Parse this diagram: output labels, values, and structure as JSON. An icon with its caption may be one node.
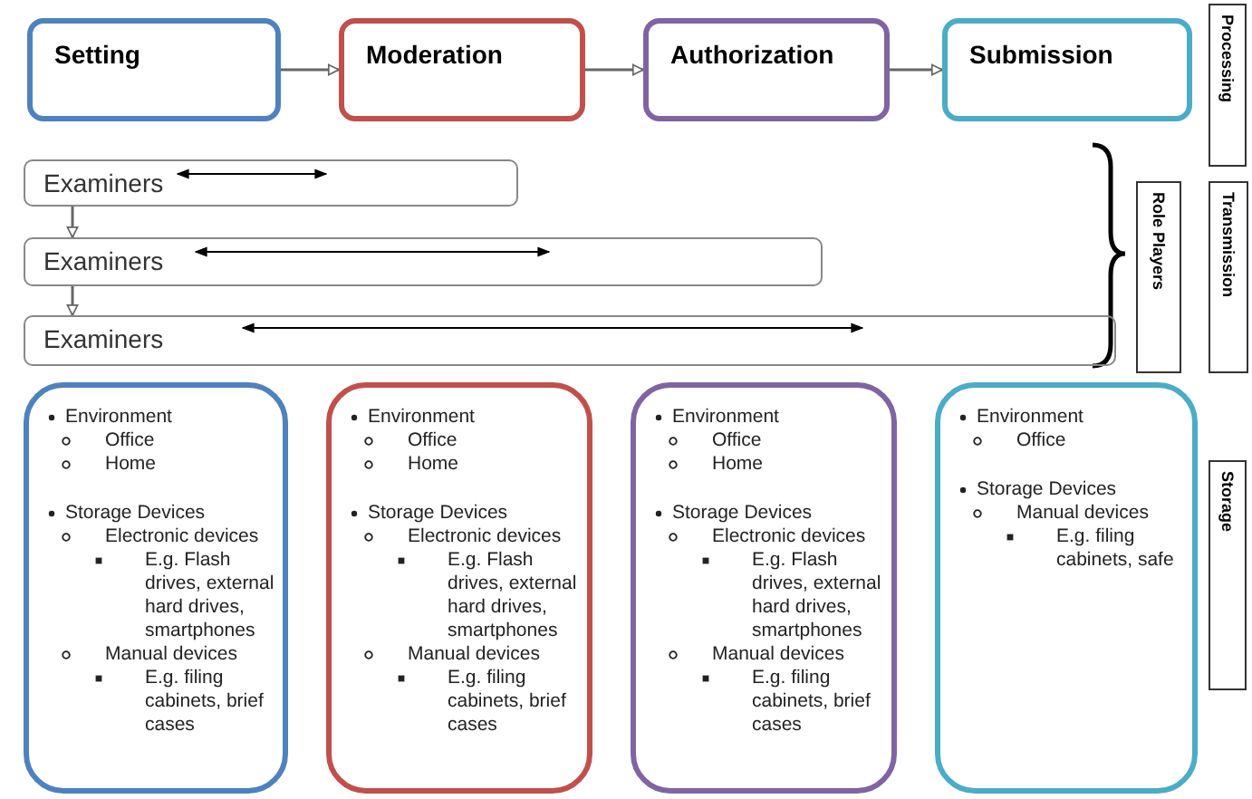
{
  "diagram": {
    "nodes": [
      {
        "text": [
          "Setting"
        ]
      },
      {
        "text": [
          "Moderation"
        ]
      },
      {
        "text": [
          "Authorization"
        ]
      },
      {
        "text": [
          "Submission"
        ]
      },
      {
        "text": [
          "Examiners"
        ]
      },
      {
        "text": [
          "Examiners"
        ]
      },
      {
        "text": [
          "Examiners"
        ]
      },
      {
        "text": [
          "Environment",
          "Office",
          "Home",
          "Storage Devices",
          "Electronic devices",
          "E.g. Flash drives, external hard drives, smartphones",
          "Manual devices",
          "E.g. filing cabinets, brief cases"
        ]
      },
      {
        "text": [
          "Environment",
          "Office",
          "Home",
          "Storage Devices",
          "Electronic devices",
          "E.g. Flash drives, external hard drives, smartphones",
          "Manual devices",
          "E.g. filing cabinets, brief cases"
        ]
      },
      {
        "text": [
          "Environment",
          "Office",
          "Home",
          "Storage Devices",
          "Electronic devices",
          "E.g. Flash drives, external hard drives, smartphones",
          "Manual devices",
          "E.g. filing cabinets, brief cases"
        ]
      },
      {
        "text": [
          "Environment",
          "Office",
          "Storage Devices",
          "Manual devices",
          "E.g. filing cabinets, safe"
        ]
      },
      {
        "text": [
          "Processing"
        ]
      },
      {
        "text": [
          "Role Players"
        ]
      },
      {
        "text": [
          "Transmission"
        ]
      },
      {
        "text": [
          "Storage"
        ]
      }
    ],
    "edges": [
      {
        "from": 0,
        "to": 1,
        "arrow": "to"
      },
      {
        "from": 1,
        "to": 2,
        "arrow": "to"
      },
      {
        "from": 2,
        "to": 3,
        "arrow": "to"
      },
      {
        "from": 4,
        "to": 5,
        "arrow": "to"
      },
      {
        "from": 5,
        "to": 6,
        "arrow": "to"
      }
    ]
  }
}
